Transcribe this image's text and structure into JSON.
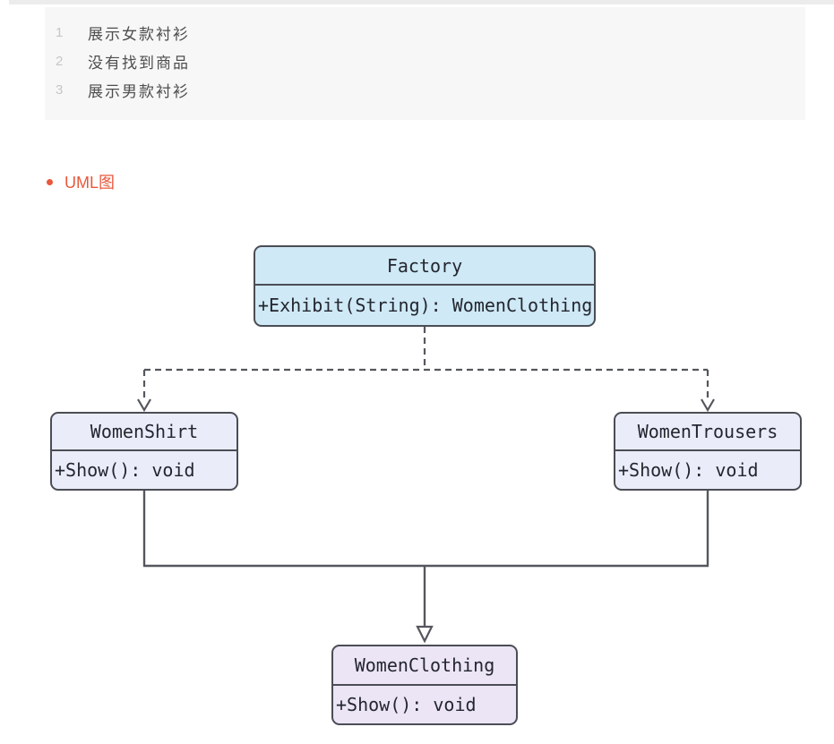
{
  "code_block": {
    "lines": [
      {
        "num": "1",
        "text": "展示女款衬衫"
      },
      {
        "num": "2",
        "text": "没有找到商品"
      },
      {
        "num": "3",
        "text": "展示男款衬衫"
      }
    ]
  },
  "list": {
    "item_label": "UML图",
    "accent_color": "#e8583c"
  },
  "uml": {
    "classes": {
      "factory": {
        "name": "Factory",
        "method": "+Exhibit(String): WomenClothing",
        "fill": "#cfe9f6"
      },
      "womenShirt": {
        "name": "WomenShirt",
        "method": "+Show(): void",
        "fill": "#eaedf9"
      },
      "womenTrousers": {
        "name": "WomenTrousers",
        "method": "+Show(): void",
        "fill": "#eaedf9"
      },
      "womenClothing": {
        "name": "WomenClothing",
        "method": "+Show(): void",
        "fill": "#ece5f5"
      }
    },
    "relations": [
      {
        "from": "Factory",
        "to": "WomenShirt",
        "type": "dashed-dependency"
      },
      {
        "from": "Factory",
        "to": "WomenTrousers",
        "type": "dashed-dependency"
      },
      {
        "from": "WomenShirt",
        "to": "WomenClothing",
        "type": "generalization"
      },
      {
        "from": "WomenTrousers",
        "to": "WomenClothing",
        "type": "generalization"
      }
    ],
    "border_color": "#4b4d55",
    "line_color": "#55575e",
    "text_color": "#23262f"
  }
}
